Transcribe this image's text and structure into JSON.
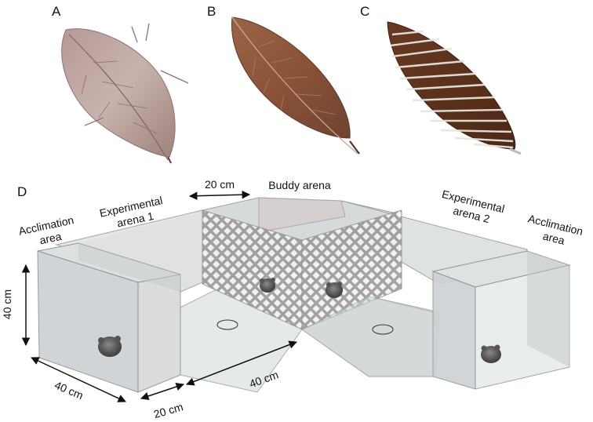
{
  "panels": {
    "a": "A",
    "b": "B",
    "c": "C",
    "d": "D"
  },
  "labels": {
    "acclimation_left": [
      "Acclimation",
      "area"
    ],
    "experimental_1": [
      "Experimental",
      "arena 1"
    ],
    "buddy": "Buddy arena",
    "experimental_2": [
      "Experimental",
      "arena 2"
    ],
    "acclimation_right": [
      "Acclimation",
      "area"
    ]
  },
  "dimensions": {
    "top_width": "20 cm",
    "height": "40 cm",
    "depth": "40 cm",
    "length": "40 cm",
    "bottom_width": "20 cm"
  }
}
